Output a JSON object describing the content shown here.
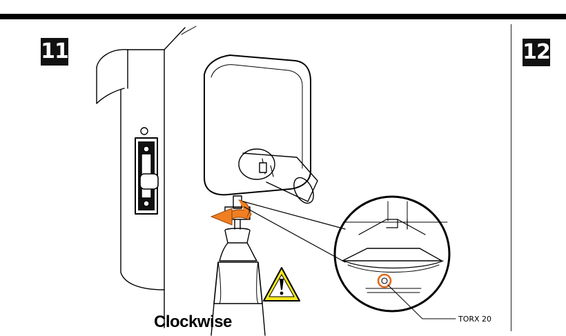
{
  "steps": {
    "current_number": "11",
    "next_number": "12"
  },
  "instruction": {
    "rotation_caption": "Clockwise"
  },
  "callout": {
    "screw_label": "TORX 20"
  },
  "colors": {
    "rotation_arrow": "#f07f22",
    "warning_triangle": "#f2e51c",
    "screw_highlight": "#e06a1a"
  },
  "icons": {
    "rotation": "curved-arrow-icon",
    "warning": "warning-triangle-icon",
    "screw": "torx-screw-icon"
  }
}
